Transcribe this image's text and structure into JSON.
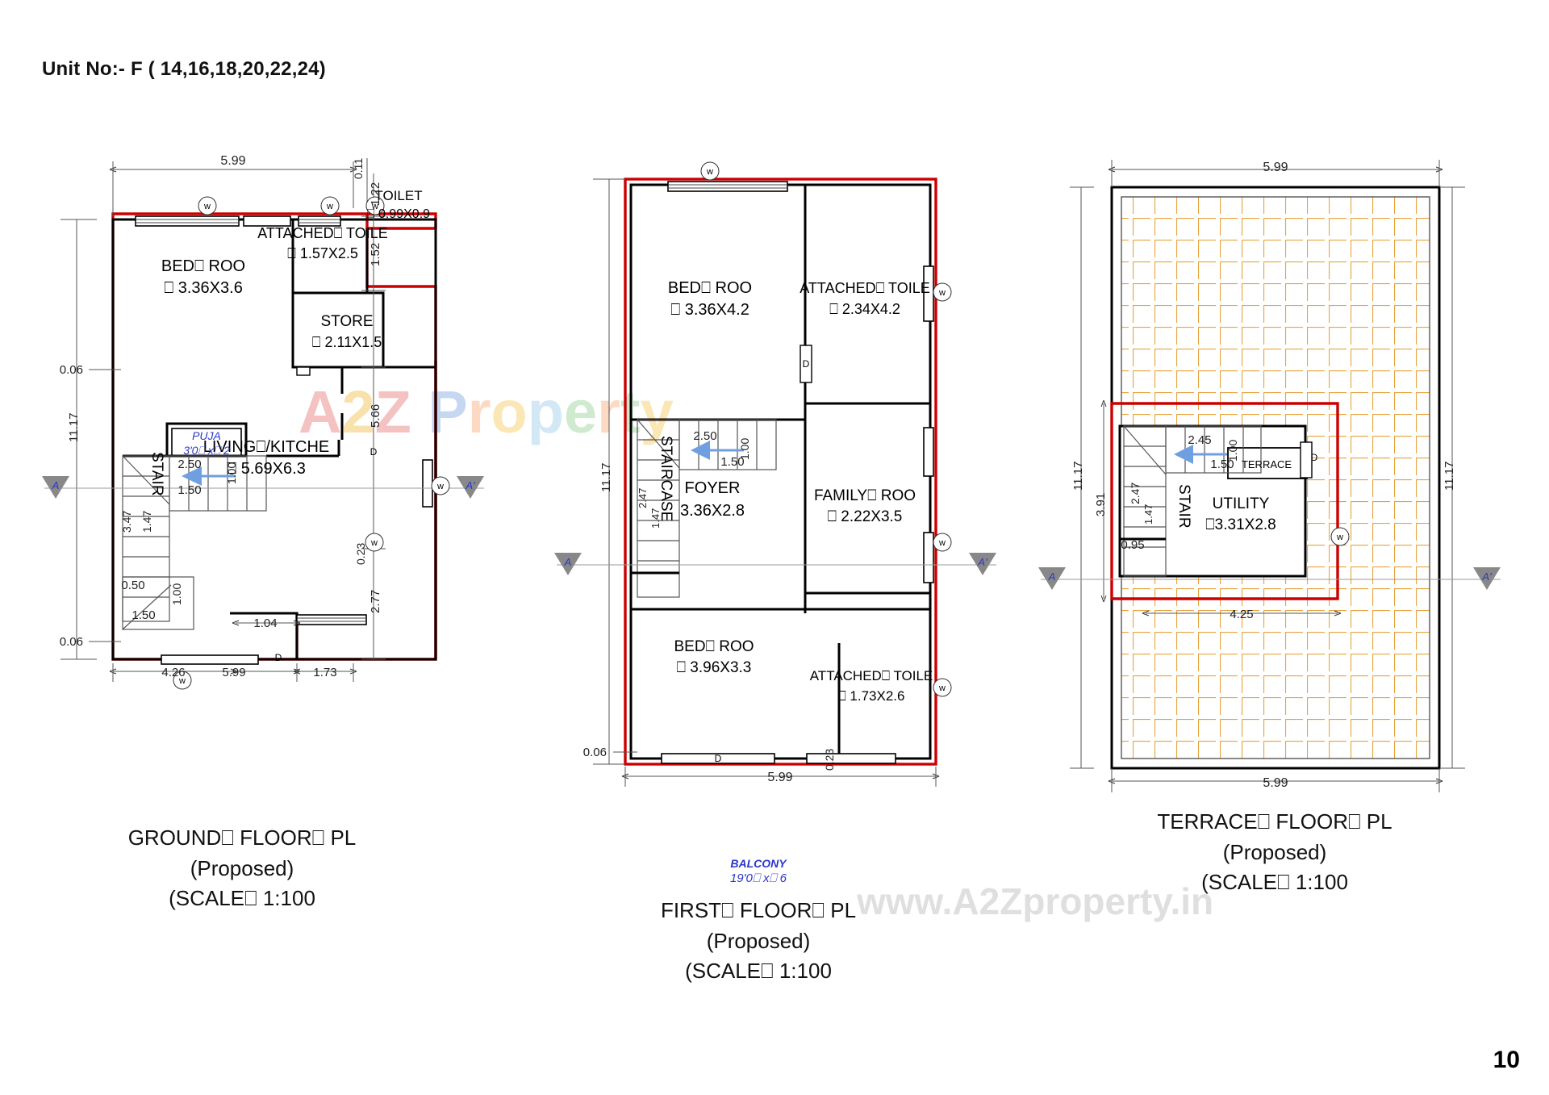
{
  "sheet": {
    "unit_title": "Unit No:- F ( 14,16,18,20,22,24)",
    "page_number": "10",
    "watermark_main": "A2Z Property",
    "watermark_url": "www.A2Zproperty.in"
  },
  "plans": [
    {
      "id": "ground",
      "title_line1": "GROUND⎕ FLOOR⎕ PL",
      "title_line2": "(Proposed)",
      "title_line3": "(SCALE⎕ 1:100",
      "rooms": [
        {
          "name": "BED⎕ ROO",
          "size": "⎕ 3.36X3.6"
        },
        {
          "name": "ATTACHED⎕ TOILE",
          "size": "⎕ 1.57X2.5"
        },
        {
          "name": "TOILET",
          "size": "⎕ 0.99X0.9"
        },
        {
          "name": "STORE",
          "size": "⎕ 2.11X1.5"
        },
        {
          "name": "LIVING⎕/KITCHE",
          "size": "⎕ 5.69X6.3"
        },
        {
          "name": "PUJA",
          "size": "3'0⎕ x⎕ 2"
        },
        {
          "name": "STAIR",
          "size": ""
        }
      ],
      "dimensions": {
        "top_overall": "5.99",
        "top_small": "0.11",
        "right_chain": [
          "1.22",
          "1.52",
          "5.66",
          "2.77"
        ],
        "left_overall": "11.17",
        "left_small_top": "0.06",
        "left_small_bottom": "0.06",
        "bottom_chain": [
          "4.26",
          "5.99",
          "1.73"
        ],
        "right_small": "0.23",
        "stair_marks": [
          "2.50",
          "1.50",
          "1.00",
          "3.47",
          "1.47",
          "0.50",
          "1.50",
          "1.00"
        ],
        "bottom_detail": "1.04"
      },
      "markers": {
        "section_left": "A",
        "section_right": "A'",
        "window": "w",
        "door": "D"
      }
    },
    {
      "id": "first",
      "title_line1": "FIRST⎕ FLOOR⎕ PL",
      "title_line2": "(Proposed)",
      "title_line3": "(SCALE⎕ 1:100",
      "rooms": [
        {
          "name": "BED⎕ ROO",
          "size": "⎕ 3.36X4.2"
        },
        {
          "name": "ATTACHED⎕ TOILE",
          "size": "⎕ 2.34X4.2"
        },
        {
          "name": "FAMILY⎕ ROO",
          "size": "⎕ 2.22X3.5"
        },
        {
          "name": "BED⎕ ROO",
          "size": "⎕ 3.96X3.3"
        },
        {
          "name": "ATTACHED⎕ TOILE",
          "size": "⎕ 1.73X2.6"
        },
        {
          "name": "FOYER",
          "size": "3.36X2.8"
        },
        {
          "name": "STAIRCASE",
          "size": ""
        }
      ],
      "balcony_note_line1": "BALCONY",
      "balcony_note_line2": "19'0⎕ x⎕ 6",
      "dimensions": {
        "left_overall": "11.17",
        "left_small": "0.06",
        "bottom_overall": "5.99",
        "bottom_small": "0.23",
        "stair_marks": [
          "2.50",
          "1.50",
          "1.00",
          "2.47",
          "1.47"
        ]
      },
      "markers": {
        "section_left": "A",
        "section_right": "A'",
        "window": "w",
        "door": "D"
      }
    },
    {
      "id": "terrace",
      "title_line1": "TERRACE⎕ FLOOR⎕ PL",
      "title_line2": "(Proposed)",
      "title_line3": "(SCALE⎕ 1:100",
      "rooms": [
        {
          "name": "UTILITY",
          "size": "⎕3.31X2.8"
        },
        {
          "name": "TERRACE",
          "size": ""
        },
        {
          "name": "STAIR",
          "size": ""
        }
      ],
      "dimensions": {
        "top_overall": "5.99",
        "bottom_overall": "5.99",
        "right_overall": "11.17",
        "left_overall": "11.17",
        "left_partial": "3.91",
        "inner_bottom": "4.25",
        "stair_marks": [
          "2.45",
          "1.50",
          "1.00",
          "2.47",
          "1.47",
          "0.95"
        ]
      },
      "markers": {
        "section_left": "A",
        "section_right": "A'",
        "window": "w",
        "door": "D"
      }
    }
  ],
  "colors": {
    "wall_outline_red": "#cc0000",
    "wall_black": "#000000",
    "dimension_gray": "#555555",
    "annotation_blue": "#2b37c8",
    "terrace_grid_orange": "#e8a33d",
    "arrow_blue": "#6f9fe0"
  }
}
